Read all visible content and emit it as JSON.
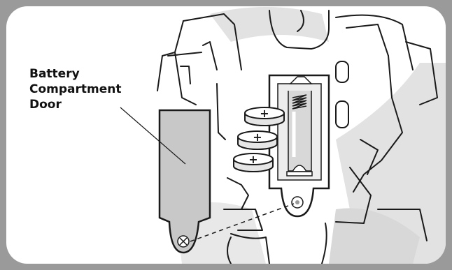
{
  "callout": {
    "lines": [
      "Battery",
      "Compartment",
      "Door"
    ]
  },
  "colors": {
    "frame": "#9a9a9a",
    "door_fill": "#c8c8c8",
    "light_gray": "#e2e2e2",
    "mid_gray": "#bdbdbd",
    "line": "#1a1a1a"
  },
  "battery_symbols": [
    "+",
    "+",
    "+"
  ],
  "screw_icon": "screw-icon"
}
